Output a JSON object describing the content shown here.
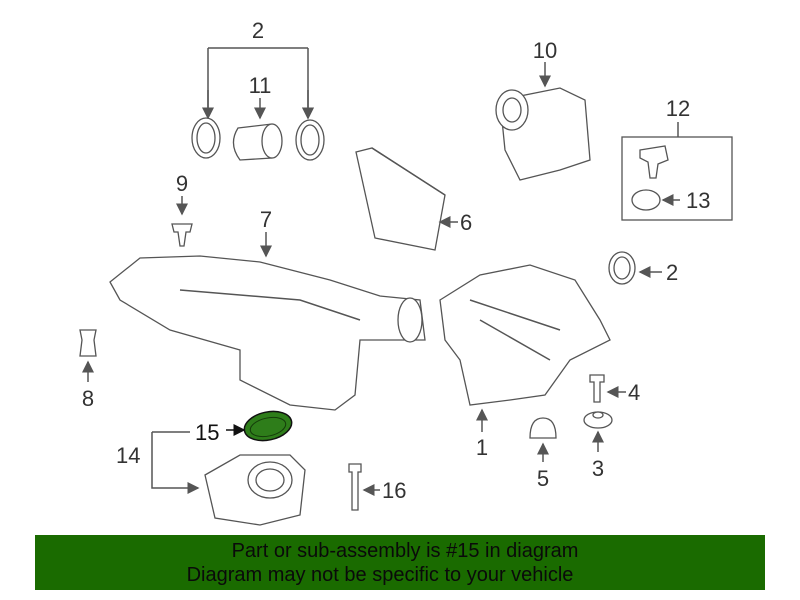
{
  "diagram": {
    "callouts": {
      "c2a": "2",
      "c11": "11",
      "c10": "10",
      "c12": "12",
      "c13": "13",
      "c9": "9",
      "c7": "7",
      "c6": "6",
      "c2b": "2",
      "c8": "8",
      "c4": "4",
      "c15": "15",
      "c14": "14",
      "c1": "1",
      "c5": "5",
      "c3": "3",
      "c16": "16"
    },
    "highlight_color": "#2e7d1a"
  },
  "banner": {
    "line1": "Part or sub-assembly is #15 in diagram",
    "line2": "Diagram may not be specific to your vehicle",
    "color": "#1a6b00"
  }
}
